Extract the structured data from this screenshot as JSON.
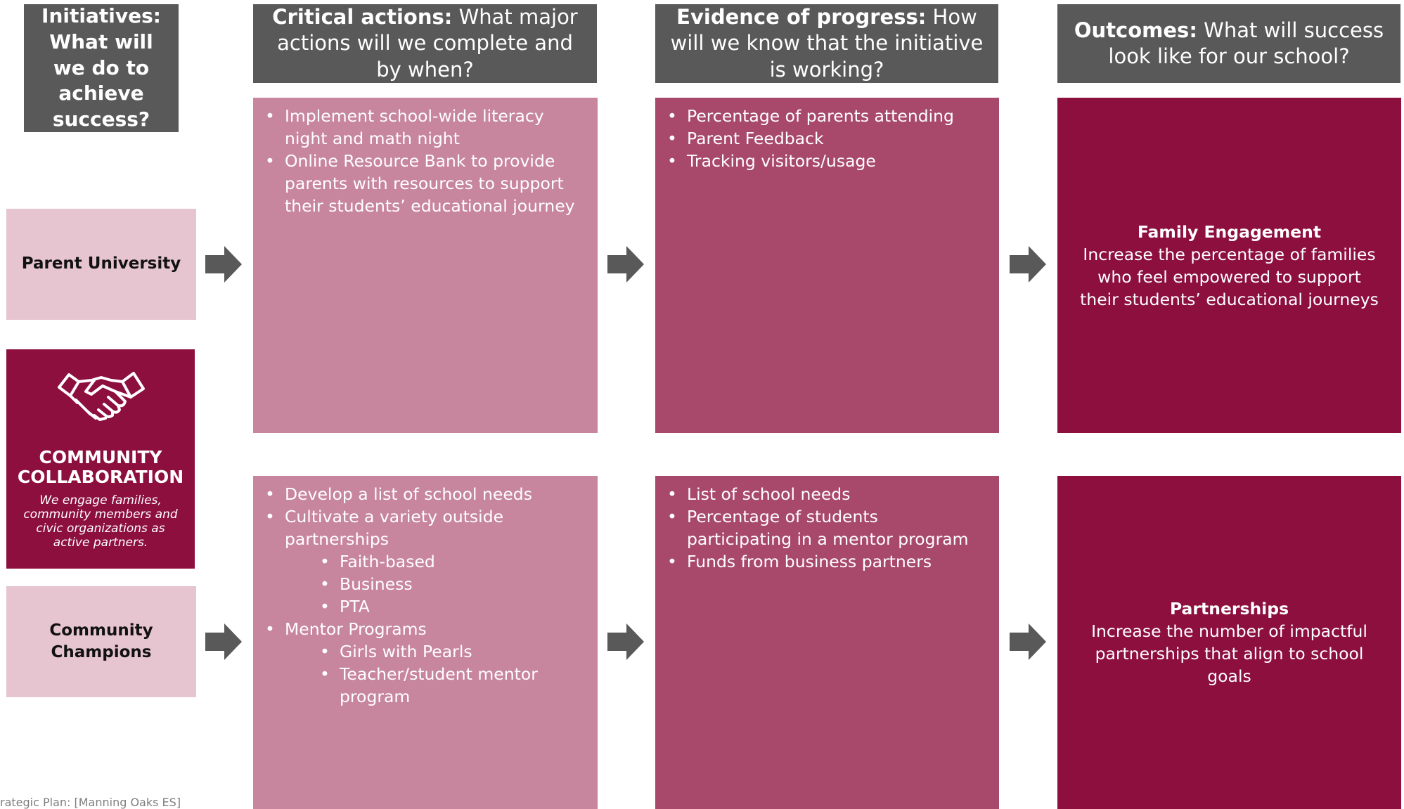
{
  "headers": {
    "initiatives": "Initiatives: What will we do to achieve success?",
    "critical_bold": "Critical actions:",
    "critical_rest": " What major actions will we complete and by when?",
    "evidence_bold": "Evidence of progress:",
    "evidence_rest": " How will we know that the initiative is working?",
    "outcomes_bold": "Outcomes:",
    "outcomes_rest": " What will success look like for our school?"
  },
  "initiatives": [
    {
      "label": "Parent University"
    },
    {
      "label": "Community Champions"
    }
  ],
  "badge": {
    "title_line1": "COMMUNITY",
    "title_line2": "COLLABORATION",
    "tagline": "We engage families, community members and civic organizations as active partners.",
    "icon": "handshake-icon"
  },
  "rows": [
    {
      "critical_actions": [
        "Implement school-wide literacy night and math night",
        "Online Resource Bank to provide parents with resources to support their students’ educational journey"
      ],
      "evidence": [
        "Percentage of parents attending",
        "Parent Feedback",
        "Tracking visitors/usage"
      ],
      "outcome_title": "Family Engagement",
      "outcome_text": "Increase the percentage of families who feel empowered to support their students’ educational journeys"
    },
    {
      "critical_actions": [
        "Develop a list of school needs",
        "Cultivate a variety outside partnerships",
        "Faith-based",
        "Business",
        "PTA",
        "Mentor Programs",
        "Girls with Pearls",
        "Teacher/student mentor program"
      ],
      "evidence": [
        "List of school needs",
        "Percentage of students participating in a mentor program",
        "Funds from business partners"
      ],
      "outcome_title": "Partnerships",
      "outcome_text": "Increase the number of impactful partnerships that align to school goals"
    }
  ],
  "footer": "rategic Plan: [Manning Oaks ES]",
  "colors": {
    "header_gray": "#595959",
    "initiative_pink": "#e6c4d0",
    "column_light": "#c7859e",
    "column_mid": "#a8486b",
    "column_dark": "#8c0f3d",
    "arrow_gray": "#595959"
  }
}
